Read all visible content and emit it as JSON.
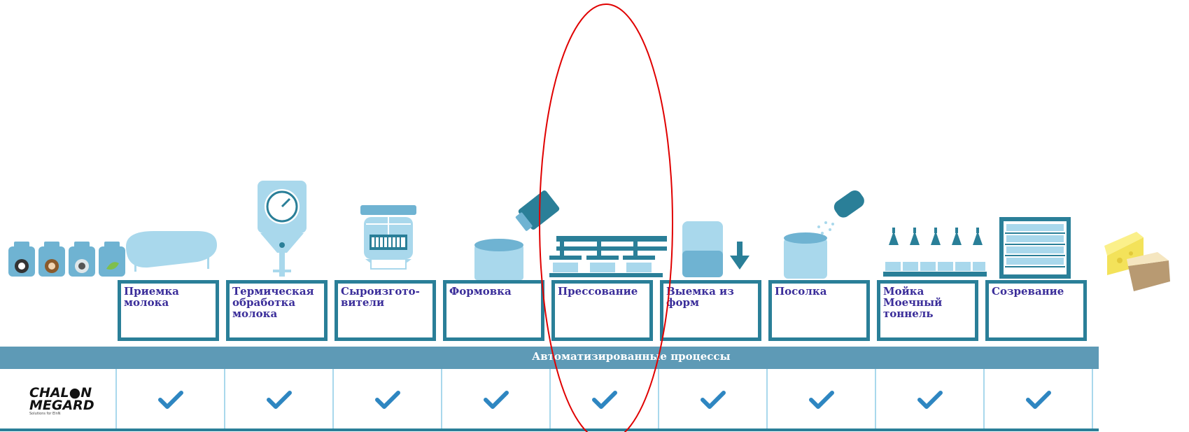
{
  "stages": [
    {
      "label": "Приемка\nмолока"
    },
    {
      "label": "Термическая\nобработка\nмолока"
    },
    {
      "label": "Сыроизгото-\nвители"
    },
    {
      "label": "Формовка"
    },
    {
      "label": "Прессование"
    },
    {
      "label": "Выемка из\nформ"
    },
    {
      "label": "Посолка"
    },
    {
      "label": "Мойка\nМоечный\nтоннель"
    },
    {
      "label": "Созревание"
    }
  ],
  "band": {
    "label": "Автоматизированные процессы"
  },
  "logo": {
    "line1": "CHAL●N",
    "line2": "MEGARD",
    "line3": "Solutions for ElnN"
  },
  "colors": {
    "dark_blue": "#2a7f98",
    "light_blue": "#a9d8ec",
    "band_blue": "#5e9ab6",
    "label_text": "#3b2e9a",
    "highlight": "#e00000"
  },
  "icons": [
    "milk-cans-icon",
    "milk-tank-icon",
    "pasteurizer-icon",
    "cheese-vat-icon",
    "moulding-icon",
    "press-icon",
    "demoulding-icon",
    "salting-icon",
    "washing-tunnel-icon",
    "ripening-rack-icon",
    "cheese-icon",
    "check-icon"
  ]
}
